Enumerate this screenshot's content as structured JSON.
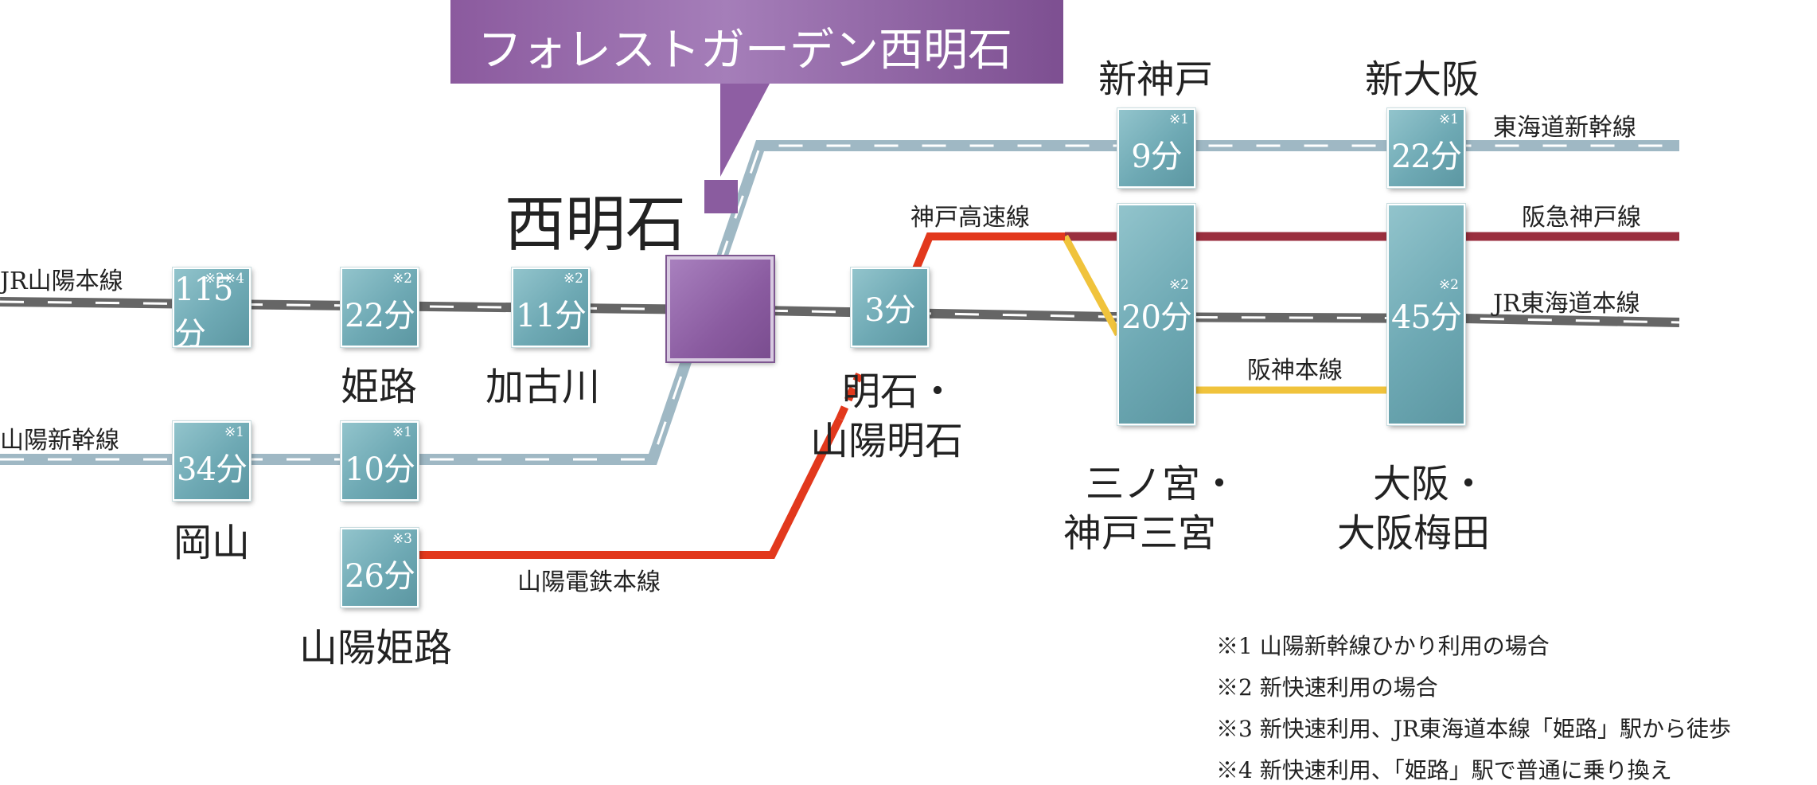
{
  "banner": {
    "title": "フォレストガーデン西明石"
  },
  "hub_station": "西明石",
  "lines": {
    "jr_sanyo_main": "JR山陽本線",
    "sanyo_shinkansen": "山陽新幹線",
    "kobe_kosoku": "神戸高速線",
    "tokaido_shinkansen": "東海道新幹線",
    "hankyu_kobe": "阪急神戸線",
    "jr_tokaido_main": "JR東海道本線",
    "hanshin_main": "阪神本線",
    "sanyo_dentetsu": "山陽電鉄本線"
  },
  "stations": {
    "himeji": "姫路",
    "kakogawa": "加古川",
    "okayama": "岡山",
    "sanyo_himeji": "山陽姫路",
    "akashi_1": "明石・",
    "akashi_2": "山陽明石",
    "shinkobe": "新神戸",
    "shinosaka": "新大阪",
    "sannomiya_1": "三ノ宮・",
    "sannomiya_2": "神戸三宮",
    "osaka_1": "大阪・",
    "osaka_2": "大阪梅田"
  },
  "times": {
    "okayama_conv": {
      "time": "115分",
      "note": "※2※4"
    },
    "himeji": {
      "time": "22分",
      "note": "※2"
    },
    "kakogawa": {
      "time": "11分",
      "note": "※2"
    },
    "okayama_shin": {
      "time": "34分",
      "note": "※1"
    },
    "himeji_shin": {
      "time": "10分",
      "note": "※1"
    },
    "sanyo_himeji": {
      "time": "26分",
      "note": "※3"
    },
    "akashi": {
      "time": "3分",
      "note": ""
    },
    "shinkobe": {
      "time": "9分",
      "note": "※1"
    },
    "shinosaka": {
      "time": "22分",
      "note": "※1"
    },
    "sannomiya": {
      "time": "20分",
      "note": "※2"
    },
    "osaka": {
      "time": "45分",
      "note": "※2"
    }
  },
  "notes": [
    "※1 山陽新幹線ひかり利用の場合",
    "※2 新快速利用の場合",
    "※3 新快速利用、JR東海道本線「姫路」駅から徒歩",
    "※4 新快速利用、「姫路」駅で普通に乗り換え"
  ],
  "colors": {
    "hub": "#8a5ba0",
    "box": "#6ea9b4",
    "shinkansen": "#9fb8c4",
    "jr_conventional": "#6b6b6b",
    "sanyo_dentetsu": "#e2381c",
    "hankyu": "#9a2f3f",
    "hanshin": "#f0c33c"
  }
}
